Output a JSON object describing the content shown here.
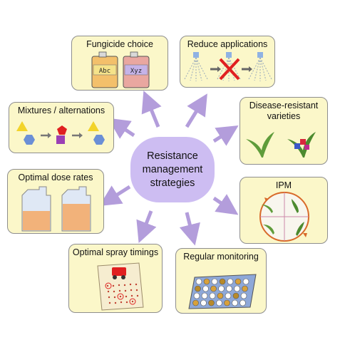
{
  "center": {
    "label": "Resistance management strategies"
  },
  "strategies": {
    "fungicide_choice": {
      "title": "Fungicide choice",
      "bottle_a": "Abc",
      "bottle_b": "Xyz"
    },
    "reduce_applications": {
      "title": "Reduce applications"
    },
    "mixtures": {
      "title": "Mixtures / alternations"
    },
    "disease_resistant": {
      "title": "Disease-resistant varieties"
    },
    "dose_rates": {
      "title": "Optimal dose rates"
    },
    "ipm": {
      "title": "IPM"
    },
    "spray_timings": {
      "title": "Optimal spray timings"
    },
    "monitoring": {
      "title": "Regular monitoring"
    }
  },
  "colors": {
    "box_fill": "#fbf7c9",
    "center_fill": "#cdbdf2",
    "arrow": "#b39ddb"
  }
}
